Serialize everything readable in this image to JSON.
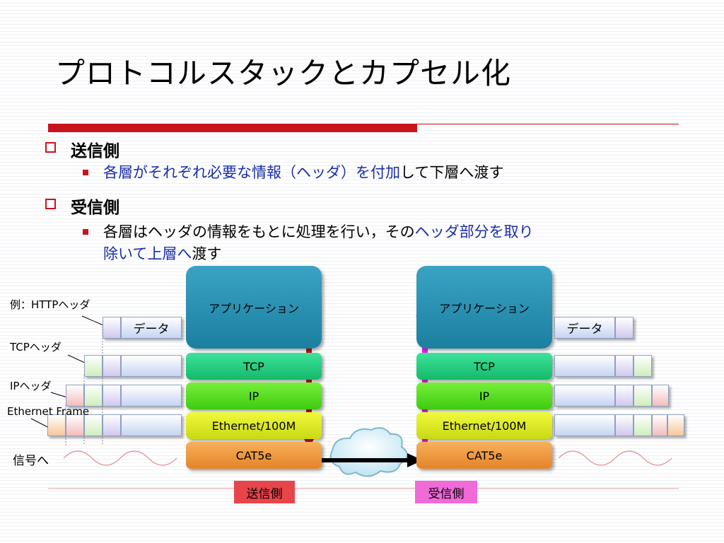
{
  "title": "プロトコルスタックとカプセル化",
  "sender": {
    "heading": "送信側",
    "bullet": {
      "blue_text": "各層がそれぞれ必要な情報（ヘッダ）を付加",
      "black_text": "して下層へ渡す"
    }
  },
  "receiver": {
    "heading": "受信側",
    "bullet": {
      "line1_black": "各層はヘッダの情報をもとに処理を行い，その",
      "line1_blue": "ヘッダ部分を取り",
      "line2_blue": "除いて上層へ",
      "line2_black": "渡す"
    }
  },
  "stack_layers": {
    "application": "アプリケーション",
    "tcp": "TCP",
    "ip": "IP",
    "ethernet": "Ethernet/100M",
    "cat5e": "CAT5e"
  },
  "annotations": {
    "http_header": "例：HTTPヘッダ",
    "tcp_header": "TCPヘッダ",
    "ip_header": "IPヘッダ",
    "ethernet_frame": "Ethernet Frame",
    "signal": "信号へ"
  },
  "data_label": "データ",
  "sender_tag": "送信側",
  "receiver_tag": "受信側",
  "colors": {
    "accent_red": "#c8141c",
    "text_blue": "#1a2ea8",
    "send_arrow": "#cc1010",
    "receive_arrow": "#ee22ee",
    "sender_tag_bg": "#e8454a",
    "receiver_tag_bg": "#f06ad8"
  }
}
